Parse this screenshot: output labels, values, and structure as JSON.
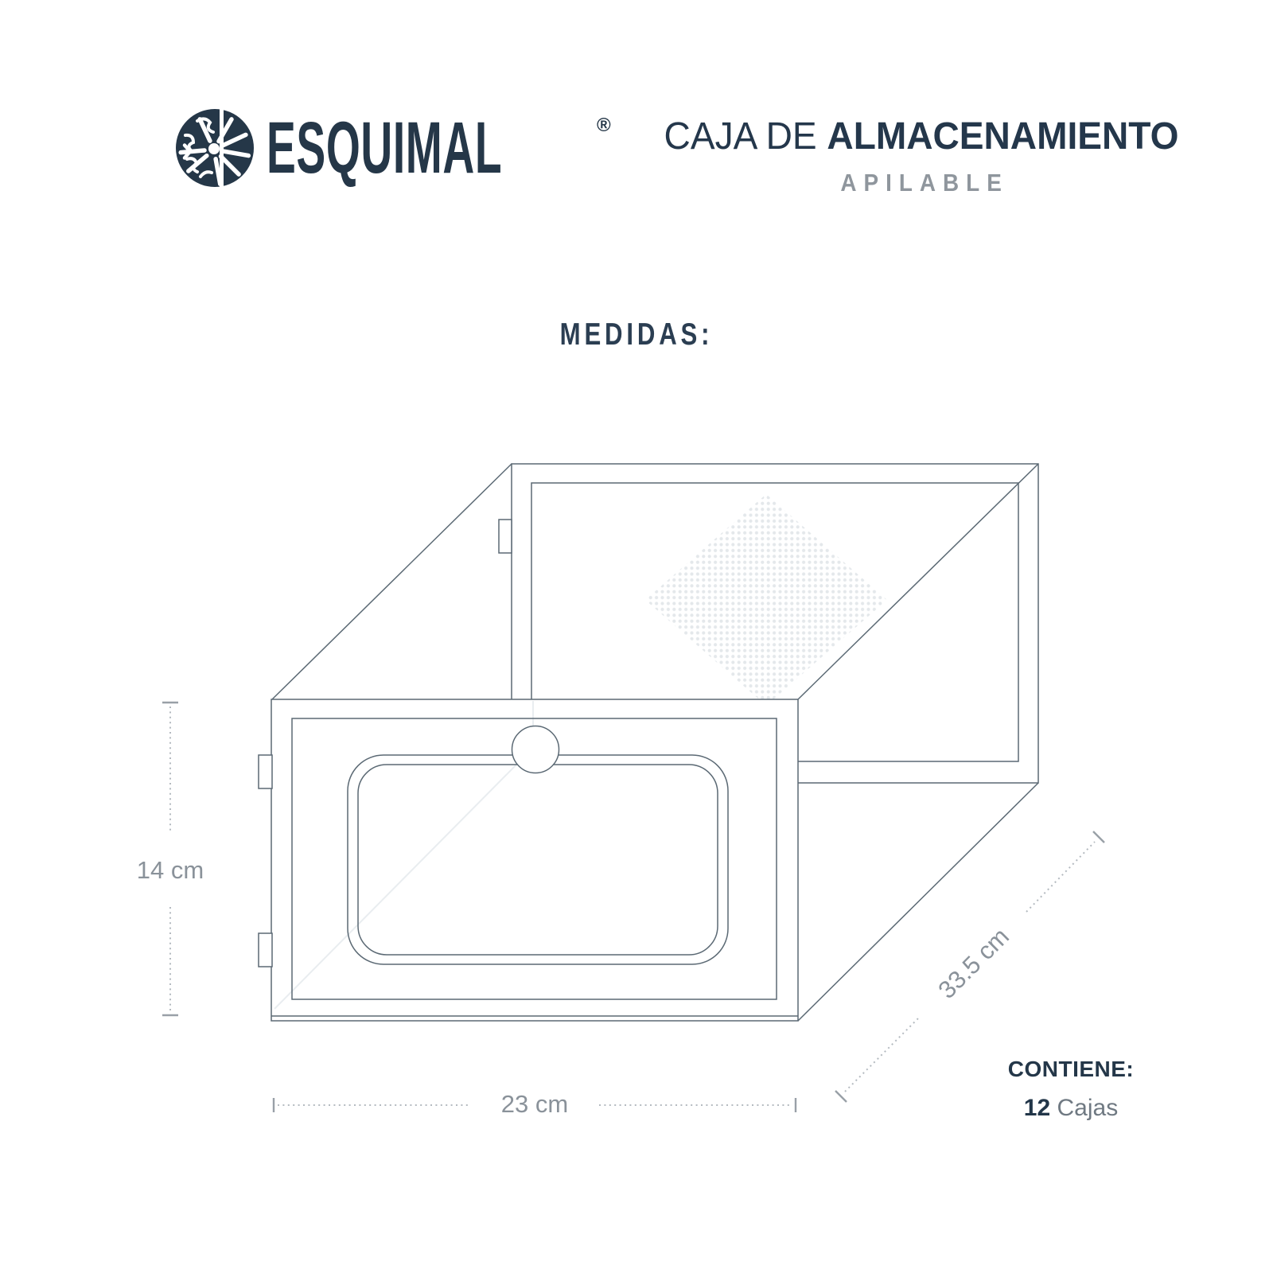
{
  "header": {
    "brand": "ESQUIMAL",
    "registered": "®",
    "title_regular": "CAJA DE ",
    "title_bold": "ALMACENAMIENTO",
    "subtitle": "APILABLE"
  },
  "sections": {
    "measurements_heading": "MEDIDAS:"
  },
  "dimensions": {
    "height": "14 cm",
    "width": "23 cm",
    "depth": "33.5 cm"
  },
  "contains": {
    "label": "CONTIENE:",
    "count": "12",
    "unit": "Cajas"
  },
  "icons": {
    "logo": "snowflake-brain-logo-icon"
  },
  "colors": {
    "brand_navy": "#253748",
    "title_navy": "#24374b",
    "subtitle_gray": "#8f969d",
    "drawing_line": "#5b6974",
    "dimension_line": "#b4bac0",
    "dimension_text": "#8a929a",
    "dot_pattern": "#e4e8eb",
    "background": "#ffffff"
  }
}
